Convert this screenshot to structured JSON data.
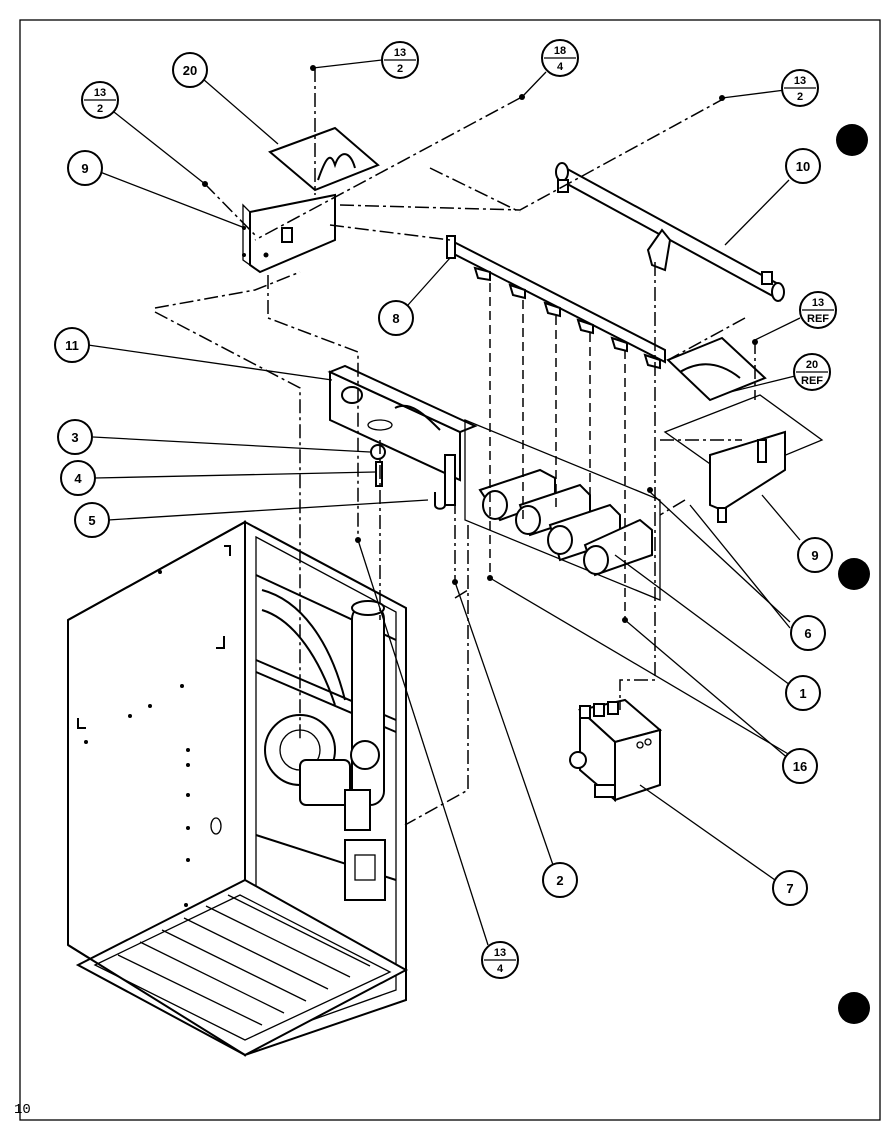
{
  "callouts": [
    {
      "id": "c20a",
      "label": "20"
    },
    {
      "id": "c13-2a",
      "top": "13",
      "bottom": "2"
    },
    {
      "id": "c18-4",
      "top": "18",
      "bottom": "4"
    },
    {
      "id": "c13-2b",
      "top": "13",
      "bottom": "2"
    },
    {
      "id": "c13-2c",
      "top": "13",
      "bottom": "2"
    },
    {
      "id": "c9a",
      "label": "9"
    },
    {
      "id": "c10",
      "label": "10"
    },
    {
      "id": "c8",
      "label": "8"
    },
    {
      "id": "c13-ref",
      "top": "13",
      "bottom": "REF"
    },
    {
      "id": "c20-ref",
      "top": "20",
      "bottom": "REF"
    },
    {
      "id": "c11",
      "label": "11"
    },
    {
      "id": "c3",
      "label": "3"
    },
    {
      "id": "c4",
      "label": "4"
    },
    {
      "id": "c5",
      "label": "5"
    },
    {
      "id": "c9b",
      "label": "9"
    },
    {
      "id": "c6",
      "label": "6"
    },
    {
      "id": "c1",
      "label": "1"
    },
    {
      "id": "c16",
      "label": "16"
    },
    {
      "id": "c2",
      "label": "2"
    },
    {
      "id": "c7",
      "label": "7"
    },
    {
      "id": "c13-4",
      "top": "13",
      "bottom": "4"
    }
  ],
  "page_number": "10"
}
